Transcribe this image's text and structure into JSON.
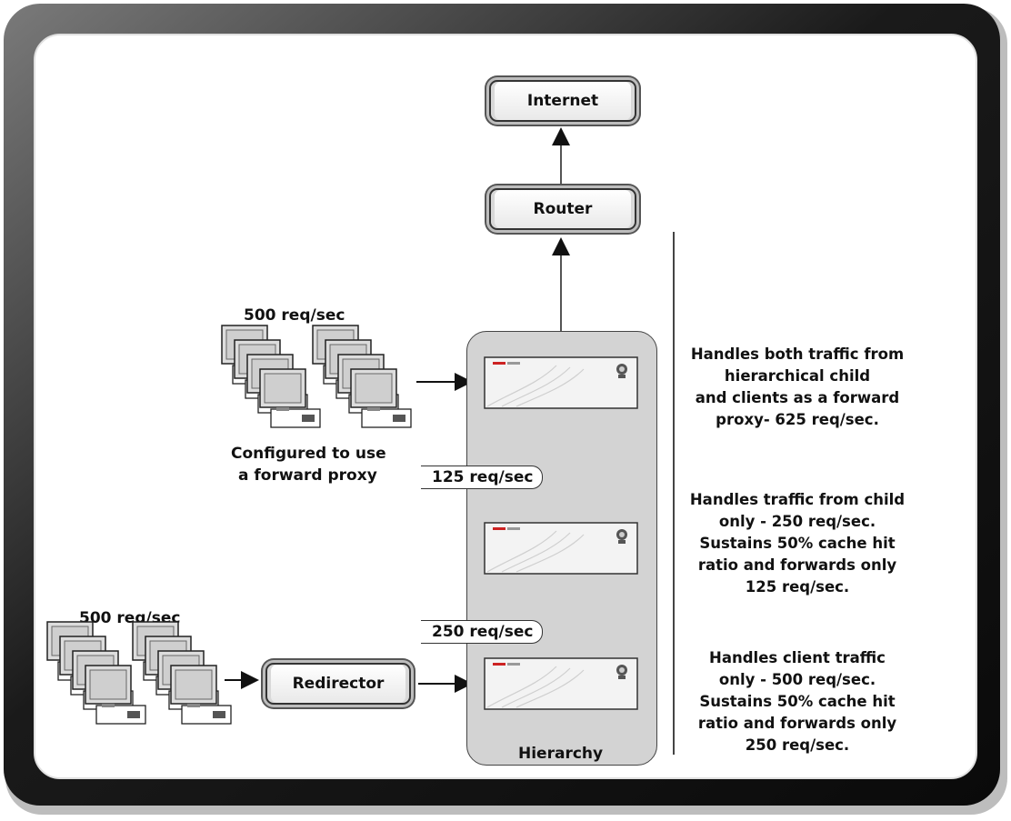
{
  "nodes": {
    "internet": "Internet",
    "router": "Router",
    "redirector": "Redirector",
    "hierarchy": "Hierarchy"
  },
  "clients": {
    "top_rate": "500 req/sec",
    "top_caption_line1": "Configured to use",
    "top_caption_line2": "a forward proxy",
    "bottom_rate": "500 req/sec"
  },
  "flows": {
    "mid_to_top": "125 req/sec",
    "bottom_to_mid": "250 req/sec"
  },
  "descriptions": {
    "top": [
      "Handles both traffic from",
      "hierarchical child",
      "and clients as a forward",
      "proxy- 625 req/sec."
    ],
    "middle": [
      "Handles traffic from child",
      "only - 250 req/sec.",
      "Sustains 50% cache hit",
      "ratio and forwards only",
      "125 req/sec."
    ],
    "bottom": [
      "Handles client traffic",
      "only - 500 req/sec.",
      "Sustains 50% cache hit",
      "ratio and forwards only",
      "250 req/sec."
    ]
  },
  "colors": {
    "frame": "#1a1a1a",
    "hierarchy_fill": "#d3d3d3",
    "appliance_fill": "#f3f3f3",
    "accent": "#cc2222"
  }
}
